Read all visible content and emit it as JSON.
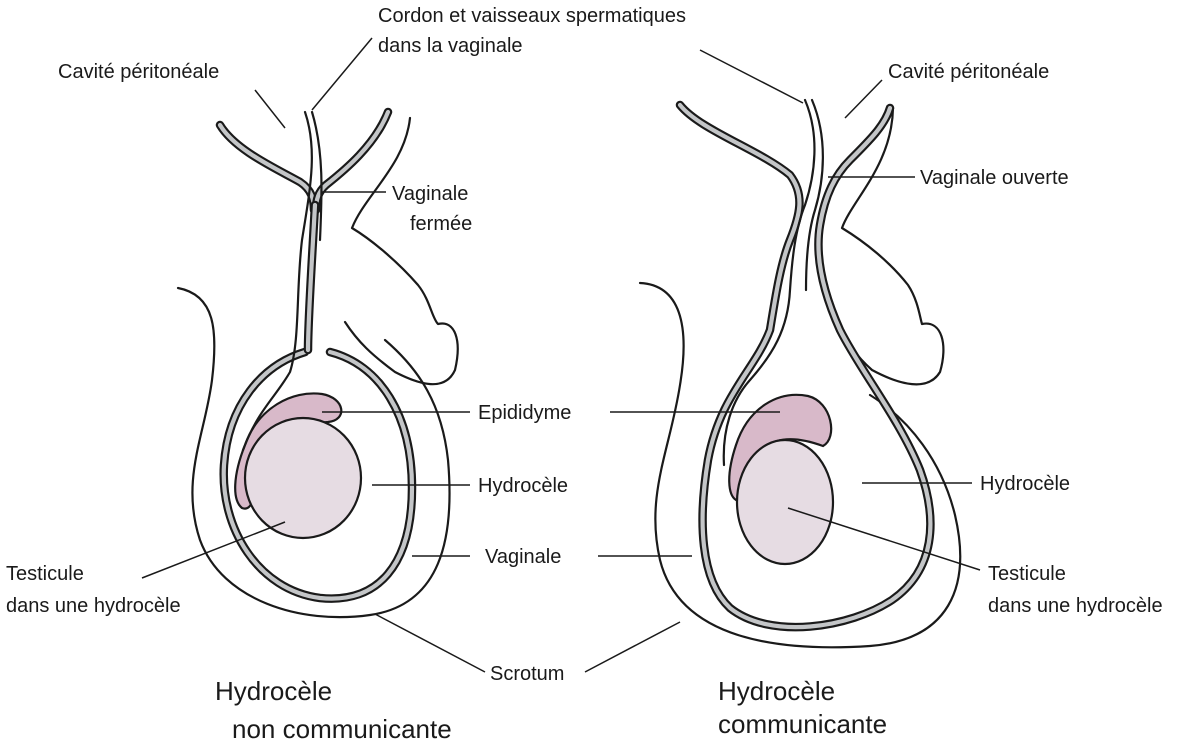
{
  "colors": {
    "outline": "#1a1a1a",
    "vaginal_wall": "#c4c6c8",
    "testis": "#e6dce3",
    "epididymis": "#d8b9c9",
    "background": "#ffffff"
  },
  "shared_labels": {
    "cord_line1": "Cordon et vaisseaux spermatiques",
    "cord_line2": "dans la vaginale",
    "epididyme": "Epididyme",
    "hydrocele_center": "Hydrocèle",
    "vaginale": "Vaginale",
    "scrotum": "Scrotum"
  },
  "left_panel": {
    "cavite": "Cavité péritonéale",
    "vaginale_fermee_line1": "Vaginale",
    "vaginale_fermee_line2": "fermée",
    "testicule_line1": "Testicule",
    "testicule_line2": "dans une hydrocèle",
    "caption_line1": "Hydrocèle",
    "caption_line2": "non communicante"
  },
  "right_panel": {
    "cavite": "Cavité péritonéale",
    "vaginale_ouverte": "Vaginale ouverte",
    "hydrocele": "Hydrocèle",
    "testicule_line1": "Testicule",
    "testicule_line2": "dans une hydrocèle",
    "caption_line1": "Hydrocèle",
    "caption_line2": "communicante"
  }
}
